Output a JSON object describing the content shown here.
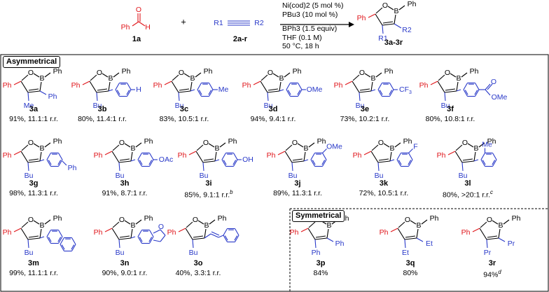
{
  "scheme": {
    "reaction": {
      "aldehyde": {
        "label": "1a",
        "atoms": [
          "O",
          "H",
          "Ph"
        ]
      },
      "plus": "+",
      "alkyne": {
        "label": "2a-r",
        "r1": "R1",
        "r2": "R2"
      },
      "conditions": [
        "Ni(cod)2 (5 mol %)",
        "PBu3 (10 mol %)",
        "BPh3 (1.5 equiv)",
        "THF (0.1 M)",
        "50 °C, 18 h"
      ],
      "product": {
        "label": "3a-3r",
        "atoms": [
          "Ph",
          "O",
          "B",
          "Ph",
          "R1",
          "R2"
        ]
      }
    },
    "sections": {
      "asymmetrical": "Asymmetrical",
      "symmetrical": "Symmetrical"
    },
    "compounds": [
      {
        "id": "3a",
        "yield": "91%, 11.1:1 r.r.",
        "r1": "Me",
        "r2": "Ph"
      },
      {
        "id": "3b",
        "yield": "80%, 11.4:1 r.r.",
        "r1": "Bu",
        "para": "H"
      },
      {
        "id": "3c",
        "yield": "83%, 10.5:1 r.r.",
        "r1": "Bu",
        "para": "Me"
      },
      {
        "id": "3d",
        "yield": "94%, 9.4:1 r.r.",
        "r1": "Bu",
        "para": "OMe"
      },
      {
        "id": "3e",
        "yield": "73%, 10.2:1 r.r.",
        "r1": "Bu",
        "para": "CF3"
      },
      {
        "id": "3f",
        "yield": "80%, 10.8:1 r.r.",
        "r1": "Bu",
        "para": "CO2Me",
        "ester_o": "O",
        "ester_ome": "OMe"
      },
      {
        "id": "3g",
        "yield": "98%, 11.3:1 r.r.",
        "r1": "Bu",
        "para": "Ph"
      },
      {
        "id": "3h",
        "yield": "91%, 8.7:1 r.r.",
        "r1": "Bu",
        "para": "OAc"
      },
      {
        "id": "3i",
        "yield": "85%, 9.1:1 r.r.",
        "note": "b",
        "r1": "Bu",
        "para": "OH"
      },
      {
        "id": "3j",
        "yield": "89%, 11.3:1 r.r.",
        "r1": "Bu",
        "meta": "OMe"
      },
      {
        "id": "3k",
        "yield": "72%, 10.5:1 r.r.",
        "r1": "Bu",
        "meta": "F"
      },
      {
        "id": "3l",
        "yield": "80%, >20:1 r.r.",
        "note": "c",
        "r1": "Bu",
        "ortho": "Me"
      },
      {
        "id": "3m",
        "yield": "99%, 11.1:1 r.r.",
        "r1": "Bu"
      },
      {
        "id": "3n",
        "yield": "90%, 9.0:1 r.r.",
        "r1": "Bu",
        "hetero": "O"
      },
      {
        "id": "3o",
        "yield": "40%, 3.3:1 r.r.",
        "r1": "Bu"
      },
      {
        "id": "3p",
        "yield": "84%",
        "r1": "Ph",
        "r2": "Ph"
      },
      {
        "id": "3q",
        "yield": "80%",
        "r1": "Et",
        "r2": "Et"
      },
      {
        "id": "3r",
        "yield": "94%",
        "note": "d",
        "r1": "Pr",
        "r2": "Pr"
      }
    ],
    "colors": {
      "red": "#e0161b",
      "blue": "#2838c8",
      "black": "#000000"
    }
  }
}
